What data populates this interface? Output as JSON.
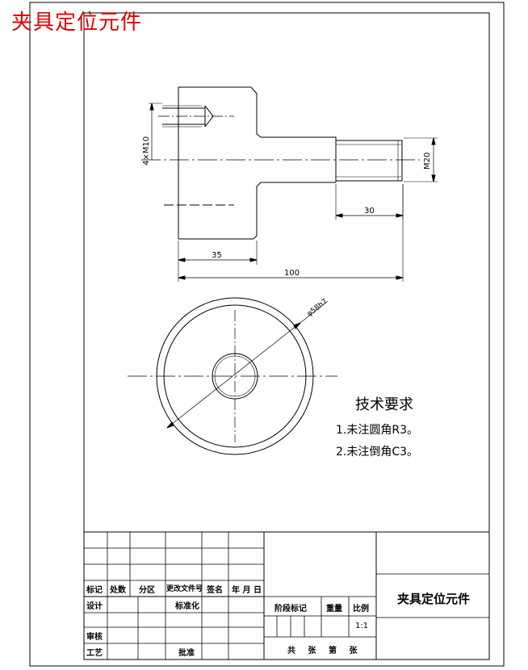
{
  "title_overlay": "夹具定位元件",
  "dimensions": {
    "thread_left": "4×M10",
    "thread_right": "M20",
    "len_30": "30",
    "len_35": "35",
    "len_100": "100",
    "diameter": "φ58h7"
  },
  "tech_requirements": {
    "heading": "技术要求",
    "items": [
      "1.未注圆角R3。",
      "2.未注倒角C3。"
    ]
  },
  "title_block": {
    "labels": {
      "mark": "标记",
      "count": "处数",
      "zone": "分区",
      "change_doc": "更改文件号",
      "sign": "签名",
      "date": "年 月 日",
      "design": "设计",
      "standardize": "标准化",
      "review": "审核",
      "process": "工艺",
      "approve": "批准",
      "stage_mark": "阶段标记",
      "weight": "重量",
      "scale": "比例"
    },
    "scale_value": "1:1",
    "sheet_info": "共 张 第 张",
    "part_name": "夹具定位元件"
  },
  "colors": {
    "line": "#000000",
    "overlay_red": "#e00000"
  }
}
